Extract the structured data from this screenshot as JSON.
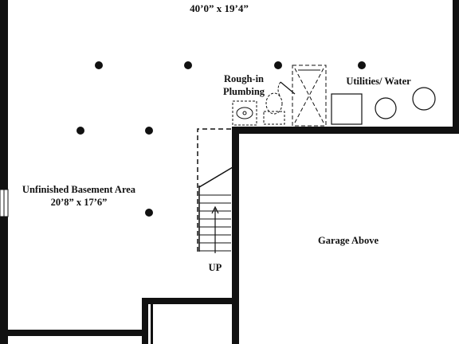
{
  "header": {
    "dimension": "40’0” x 19’4”"
  },
  "basement": {
    "name": "Unfinished Basement Area",
    "dimension": "20’8” x 17’6”"
  },
  "plumbing": {
    "line1": "Rough-in",
    "line2": "Plumbing"
  },
  "utilities": {
    "label": "Utilities/ Water"
  },
  "garage": {
    "label": "Garage Above"
  },
  "stairs": {
    "label": "UP"
  },
  "colors": {
    "wall": "#111111",
    "background": "#ffffff"
  }
}
